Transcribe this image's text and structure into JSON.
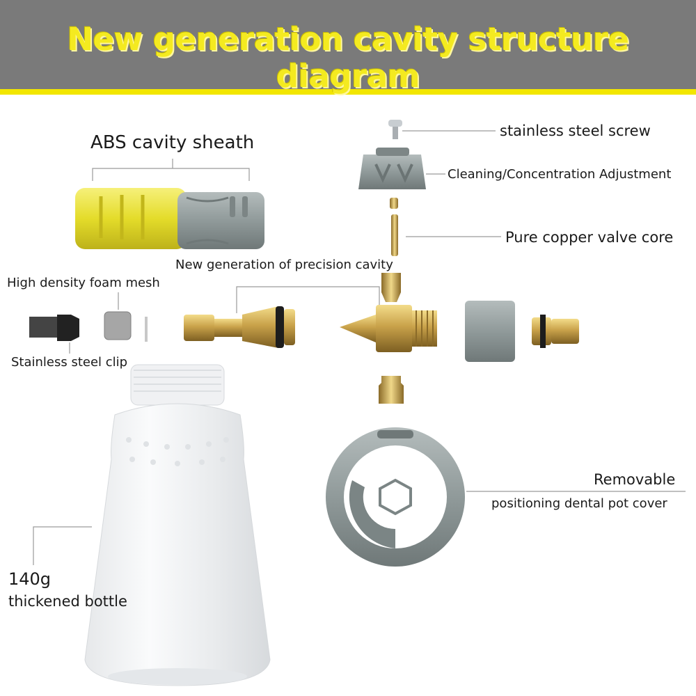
{
  "title": "New generation cavity structure diagram",
  "labels": {
    "abs_sheath": "ABS cavity sheath",
    "screw": "stainless steel screw",
    "adjustment": "Cleaning/Concentration Adjustment",
    "valve_core": "Pure copper valve core",
    "precision_cavity": "New generation of precision cavity",
    "foam_mesh": "High density foam mesh",
    "steel_clip": "Stainless steel clip",
    "removable_line1": "Removable",
    "removable_line2": "positioning dental pot cover",
    "bottle_mass": "140g",
    "bottle_desc": "thickened bottle"
  },
  "colors": {
    "banner": "#7a7a7a",
    "title": "#f4ea20",
    "stripe": "#f2e600",
    "sheath_yellow": "#e8e23a",
    "plastic_grey": "#8c9696",
    "brass": "#c9a24a"
  }
}
